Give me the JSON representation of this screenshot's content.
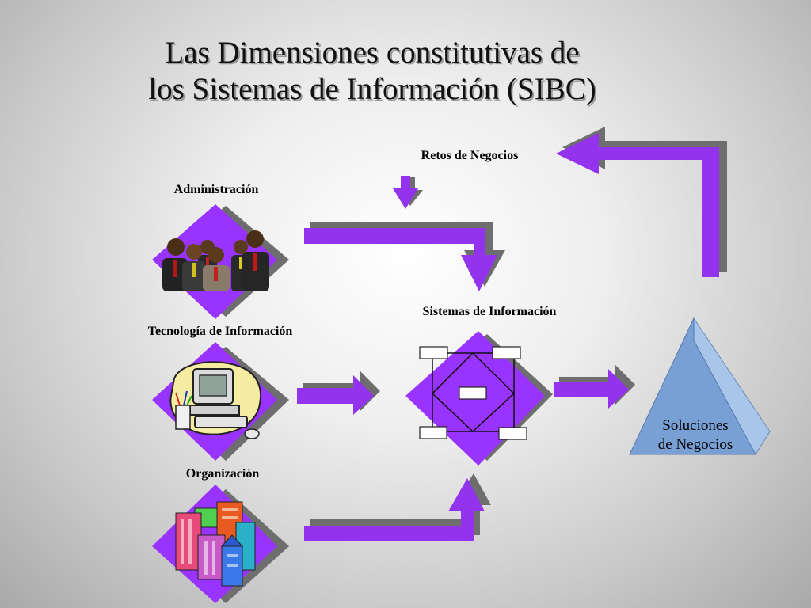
{
  "title": {
    "line1": "Las Dimensiones constitutivas de",
    "line2": "los Sistemas de Información (SIBC)"
  },
  "nodes": {
    "retos": "Retos de Negocios",
    "administracion": "Administración",
    "tecnologia": "Tecnología de Información",
    "organizacion": "Organización",
    "sistemas": "Sistemas de Información",
    "soluciones_line1": "Soluciones",
    "soluciones_line2": "de Negocios"
  },
  "icons": {
    "administracion": "business-people-icon",
    "tecnologia": "computer-icon",
    "organizacion": "city-buildings-icon",
    "sistemas": "network-diagram-icon",
    "soluciones": "pyramid-icon"
  },
  "colors": {
    "arrow": "#9333ee",
    "diamond": "#9933ff",
    "shadow": "#6e6e6e",
    "pyramid_front": "#78a0d4",
    "pyramid_side": "#a8c6ea"
  }
}
